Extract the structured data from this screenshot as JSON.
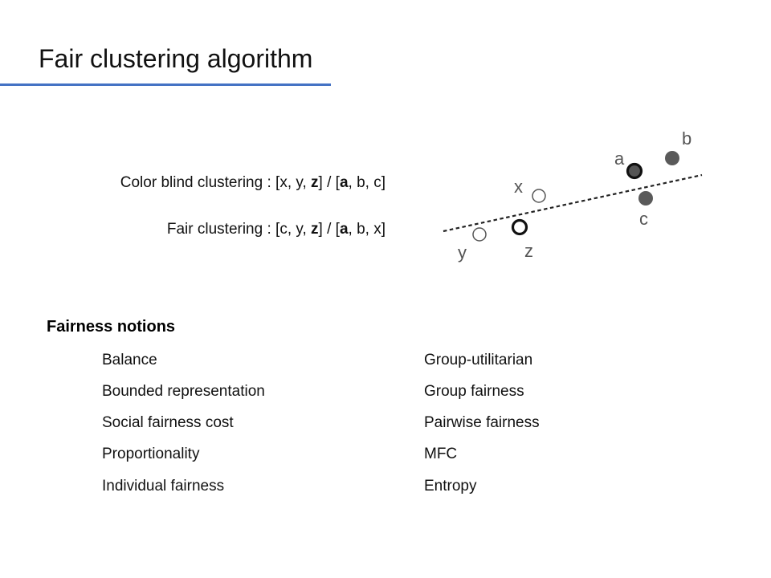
{
  "slide": {
    "title": "Fair clustering algorithm"
  },
  "comparison": {
    "color_blind": {
      "label": "Color blind clustering : ",
      "cluster1_open": "[",
      "cluster1": [
        "x",
        "y",
        "z"
      ],
      "cluster1_bold": [
        false,
        false,
        true
      ],
      "separator": "] / [",
      "cluster2": [
        "a",
        "b",
        "c"
      ],
      "cluster2_bold": [
        true,
        false,
        false
      ],
      "close": "]"
    },
    "fair": {
      "label": "Fair clustering : ",
      "cluster1_open": "[",
      "cluster1": [
        "c",
        "y",
        "z"
      ],
      "cluster1_bold": [
        false,
        false,
        true
      ],
      "separator": "] / [",
      "cluster2": [
        "a",
        "b",
        "x"
      ],
      "cluster2_bold": [
        true,
        false,
        false
      ],
      "close": "]"
    }
  },
  "diagram": {
    "points": [
      {
        "label": "a",
        "style": "dark-bold-outline"
      },
      {
        "label": "b",
        "style": "filled-gray"
      },
      {
        "label": "c",
        "style": "filled-gray"
      },
      {
        "label": "x",
        "style": "open-circle"
      },
      {
        "label": "y",
        "style": "open-circle"
      },
      {
        "label": "z",
        "style": "bold-open-circle"
      }
    ],
    "separator_line": "dashed",
    "colors": {
      "filled": "#5a5a5a",
      "stroke": "#333333",
      "label": "#555555"
    }
  },
  "fairness": {
    "heading": "Fairness notions",
    "left": [
      "Balance",
      "Bounded representation",
      "Social fairness cost",
      "Proportionality",
      "Individual fairness"
    ],
    "right": [
      "Group-utilitarian",
      "Group fairness",
      "Pairwise fairness",
      "MFC",
      "Entropy"
    ]
  },
  "colors": {
    "title_rule": "#4472c4"
  }
}
